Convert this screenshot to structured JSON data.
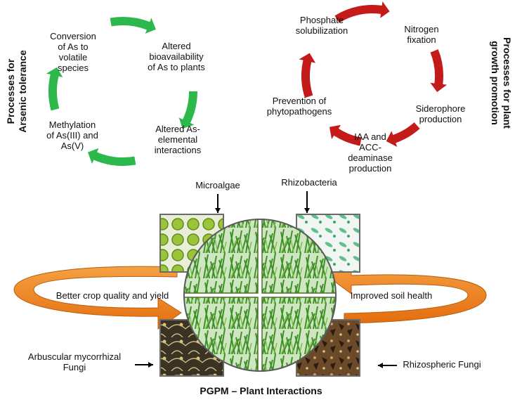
{
  "left_panel": {
    "side_label": [
      "Processes  for",
      "Arsenic tolerance"
    ],
    "steps": [
      [
        "Conversion",
        "of As to",
        "volatile",
        "species"
      ],
      [
        "Altered",
        "bioavailability",
        "of As to plants"
      ],
      [
        "Altered As-",
        "elemental",
        "interactions"
      ],
      [
        "Methylation",
        "of As(III) and",
        "As(V)"
      ]
    ],
    "arrow_color": "#2db84b"
  },
  "right_panel": {
    "side_label": [
      "Processes for plant",
      "growth promotion"
    ],
    "steps": [
      [
        "Phosphate",
        "solubilization"
      ],
      [
        "Nitrogen",
        "fixation"
      ],
      [
        "Siderophore",
        "production"
      ],
      [
        "IAA and",
        "ACC-",
        "deaminase",
        "production"
      ],
      [
        "Prevention of",
        "phytopathogens"
      ]
    ],
    "arrow_color": "#c41a1a"
  },
  "center": {
    "microalgae_label": "Microalgae",
    "rhizobacteria_label": "Rhizobacteria",
    "amf_label": [
      "Arbuscular mycorrhizal",
      "Fungi"
    ],
    "rhizo_fungi_label": "Rhizospheric Fungi",
    "left_band_label": "Better crop quality and yield",
    "right_band_label": "Improved soil health",
    "band_color": "#f07f1b",
    "grass_color": "#3f8f2a"
  },
  "footer": {
    "title": "PGPM – Plant Interactions"
  }
}
